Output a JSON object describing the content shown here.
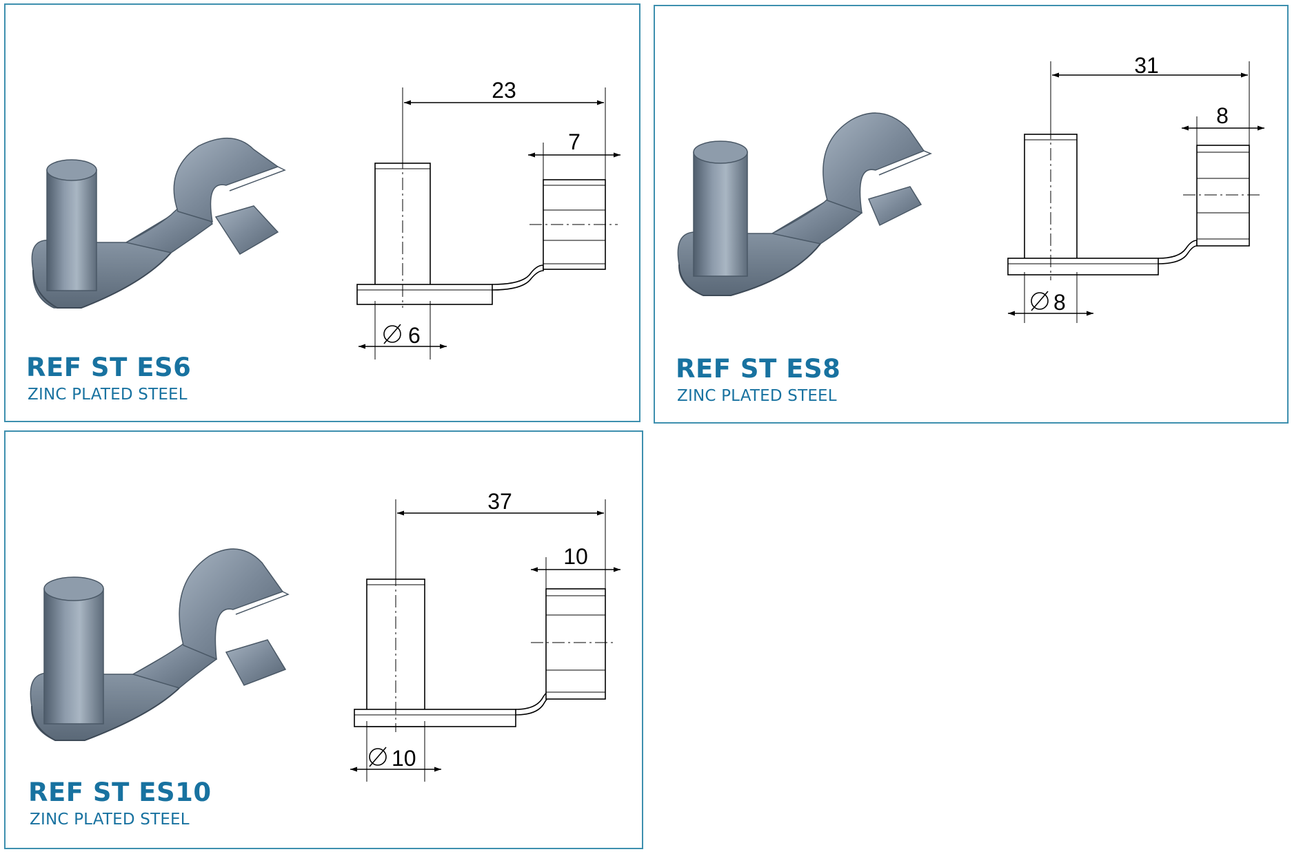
{
  "accent_color": "#1872a0",
  "border_color": "#3d8fae",
  "panels": [
    {
      "ref": "REF ST ES6",
      "material": "ZINC PLATED STEEL",
      "dim_top": "23",
      "dim_right": "7",
      "dim_diameter": "6"
    },
    {
      "ref": "REF ST ES8",
      "material": "ZINC PLATED STEEL",
      "dim_top": "31",
      "dim_right": "8",
      "dim_diameter": "8"
    },
    {
      "ref": "REF ST ES10",
      "material": "ZINC PLATED STEEL",
      "dim_top": "37",
      "dim_right": "10",
      "dim_diameter": "10"
    }
  ]
}
